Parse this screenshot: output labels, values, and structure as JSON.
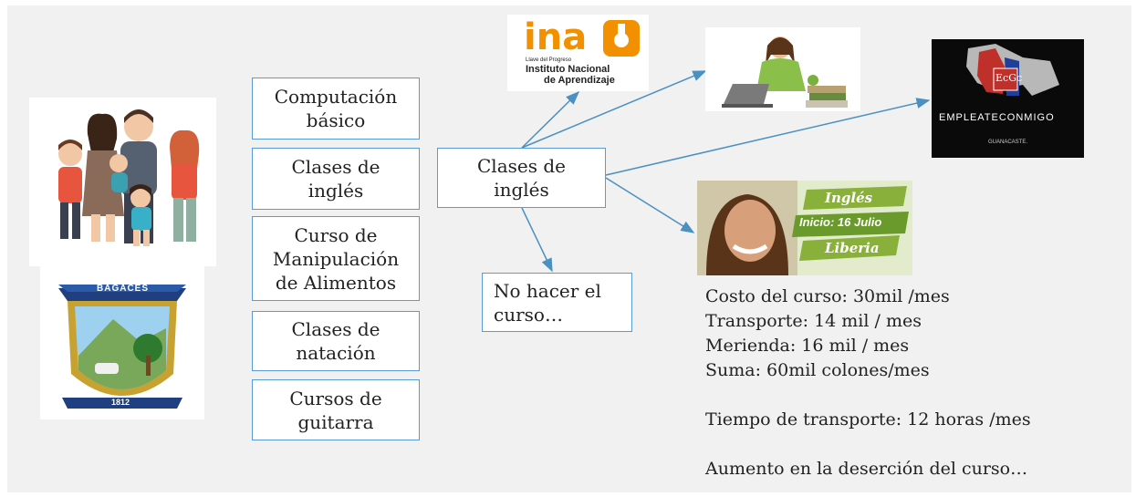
{
  "options": [
    "Computación\nbásico",
    "Clases de\ninglés",
    "Curso de\nManipulación\nde Alimentos",
    "Clases de\nnatación",
    "Cursos de\nguitarra"
  ],
  "center_node": "Clases de\ninglés",
  "no_course_node": "No hacer el\ncurso…",
  "ina_logo": {
    "word": "ina",
    "tagline": "Llave del Progreso",
    "line1": "Instituto Nacional",
    "line2": "de Aprendizaje"
  },
  "emplea_logo": {
    "letters": "EcGc",
    "word": "EMPLEATECONMIGO",
    "sub": "GUANACASTE."
  },
  "bagaces_crest": {
    "banner": "BAGACES",
    "year": "1812"
  },
  "english_ad": {
    "title": "Inglés",
    "start": "Inicio: 16 Julio",
    "place": "Liberia"
  },
  "details": {
    "costo": "Costo del curso: 30mil /mes",
    "transporte": "Transporte: 14 mil / mes",
    "merienda": "Merienda: 16 mil / mes",
    "suma": "Suma: 60mil colones/mes",
    "tiempo": "Tiempo de transporte: 12 horas /mes",
    "desercion": "Aumento en la deserción del curso…"
  },
  "colors": {
    "box_border": "#5b9bd5",
    "arrow": "#4a90c0",
    "background": "#f1f1f1",
    "ina_orange": "#f29000"
  }
}
